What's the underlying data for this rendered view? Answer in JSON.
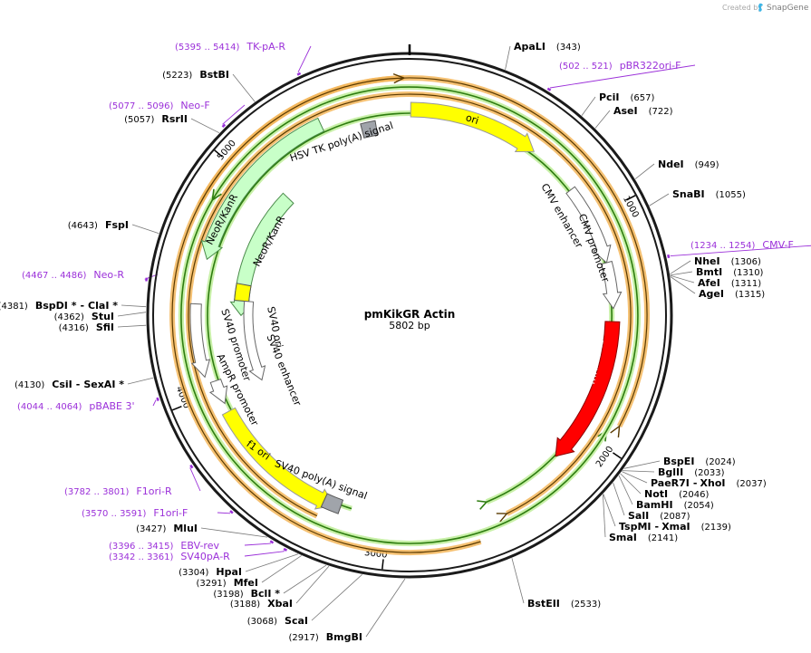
{
  "header": {
    "credit": "Created by",
    "brand": "SnapGene",
    "logo_icon": "snapgene-logo-icon"
  },
  "plasmid": {
    "name": "pmKikGR Actin",
    "length_label": "5802 bp"
  },
  "ring_ticks": [
    {
      "label": "1000",
      "pos": 1000
    },
    {
      "label": "2000",
      "pos": 2000
    },
    {
      "label": "3000",
      "pos": 3000
    },
    {
      "label": "4000",
      "pos": 4000
    },
    {
      "label": "5000",
      "pos": 5000
    }
  ],
  "enzymes": [
    {
      "name": "ApaLI",
      "pos_label": "(343)"
    },
    {
      "name": "PciI",
      "pos_label": "(657)"
    },
    {
      "name": "AseI",
      "pos_label": "(722)"
    },
    {
      "name": "NdeI",
      "pos_label": "(949)"
    },
    {
      "name": "SnaBI",
      "pos_label": "(1055)"
    },
    {
      "name": "NheI",
      "pos_label": "(1306)"
    },
    {
      "name": "BmtI",
      "pos_label": "(1310)"
    },
    {
      "name": "AfeI",
      "pos_label": "(1311)"
    },
    {
      "name": "AgeI",
      "pos_label": "(1315)"
    },
    {
      "name": "BspEI",
      "pos_label": "(2024)"
    },
    {
      "name": "BglII",
      "pos_label": "(2033)"
    },
    {
      "name": "PaeR7I",
      "name2": "XhoI",
      "pos_label": "(2037)"
    },
    {
      "name": "NotI",
      "pos_label": "(2046)"
    },
    {
      "name": "BamHI",
      "pos_label": "(2054)"
    },
    {
      "name": "SalI",
      "pos_label": "(2087)"
    },
    {
      "name": "TspMI",
      "name2": "XmaI",
      "pos_label": "(2139)"
    },
    {
      "name": "SmaI",
      "pos_label": "(2141)"
    },
    {
      "name": "BstEII",
      "pos_label": "(2533)"
    },
    {
      "name": "BmgBI",
      "pos_label": "(2917)"
    },
    {
      "name": "ScaI",
      "pos_label": "(3068)"
    },
    {
      "name": "XbaI",
      "pos_label": "(3188)"
    },
    {
      "name": "BclI *",
      "pos_label": "(3198)"
    },
    {
      "name": "MfeI",
      "pos_label": "(3291)"
    },
    {
      "name": "HpaI",
      "pos_label": "(3304)"
    },
    {
      "name": "MluI",
      "pos_label": "(3427)"
    },
    {
      "name": "CsiI",
      "name2": "SexAI *",
      "pos_label": "(4130)"
    },
    {
      "name": "SfiI",
      "pos_label": "(4316)"
    },
    {
      "name": "StuI",
      "pos_label": "(4362)"
    },
    {
      "name": "BspDI *",
      "name2": "ClaI *",
      "pos_label": "(4381)"
    },
    {
      "name": "FspI",
      "pos_label": "(4643)"
    },
    {
      "name": "RsrII",
      "pos_label": "(5057)"
    },
    {
      "name": "BstBI",
      "pos_label": "(5223)"
    }
  ],
  "primers": [
    {
      "name": "TK-pA-R",
      "range": "(5395 .. 5414)"
    },
    {
      "name": "pBR322ori-F",
      "range": "(502 .. 521)"
    },
    {
      "name": "Neo-F",
      "range": "(5077 .. 5096)"
    },
    {
      "name": "CMV-F",
      "range": "(1234 .. 1254)"
    },
    {
      "name": "Neo-R",
      "range": "(4467 .. 4486)"
    },
    {
      "name": "pBABE 3'",
      "range": "(4044 .. 4064)"
    },
    {
      "name": "F1ori-R",
      "range": "(3782 .. 3801)"
    },
    {
      "name": "F1ori-F",
      "range": "(3570 .. 3591)"
    },
    {
      "name": "EBV-rev",
      "range": "(3396 .. 3415)"
    },
    {
      "name": "SV40pA-R",
      "range": "(3342 .. 3361)"
    }
  ],
  "features": [
    {
      "name": "ori",
      "color": "#ffff00"
    },
    {
      "name": "CMV enhancer",
      "color": "#ffffff"
    },
    {
      "name": "CMV promoter",
      "color": "#ffffff"
    },
    {
      "name": "mKikGR1",
      "color": "#ff0000"
    },
    {
      "name": "SV40 poly(A) signal",
      "color": "#a0a4aa"
    },
    {
      "name": "f1 ori",
      "color": "#ffff00"
    },
    {
      "name": "AmpR promoter",
      "color": "#ffffff"
    },
    {
      "name": "SV40 promoter",
      "color": "#ffffff"
    },
    {
      "name": "SV40 ori",
      "color": "#ffff00"
    },
    {
      "name": "SV40 enhancer",
      "color": "#ffffff"
    },
    {
      "name": "NeoR/KanR",
      "color": "#c8ffc8"
    },
    {
      "name": "HSV TK poly(A) signal",
      "color": "#a0a4aa"
    }
  ],
  "colors": {
    "primer": "#9b30d9",
    "orange_track": "#f3b65a",
    "green_track": "#66bb33",
    "backbone": "#1a1a1a"
  }
}
